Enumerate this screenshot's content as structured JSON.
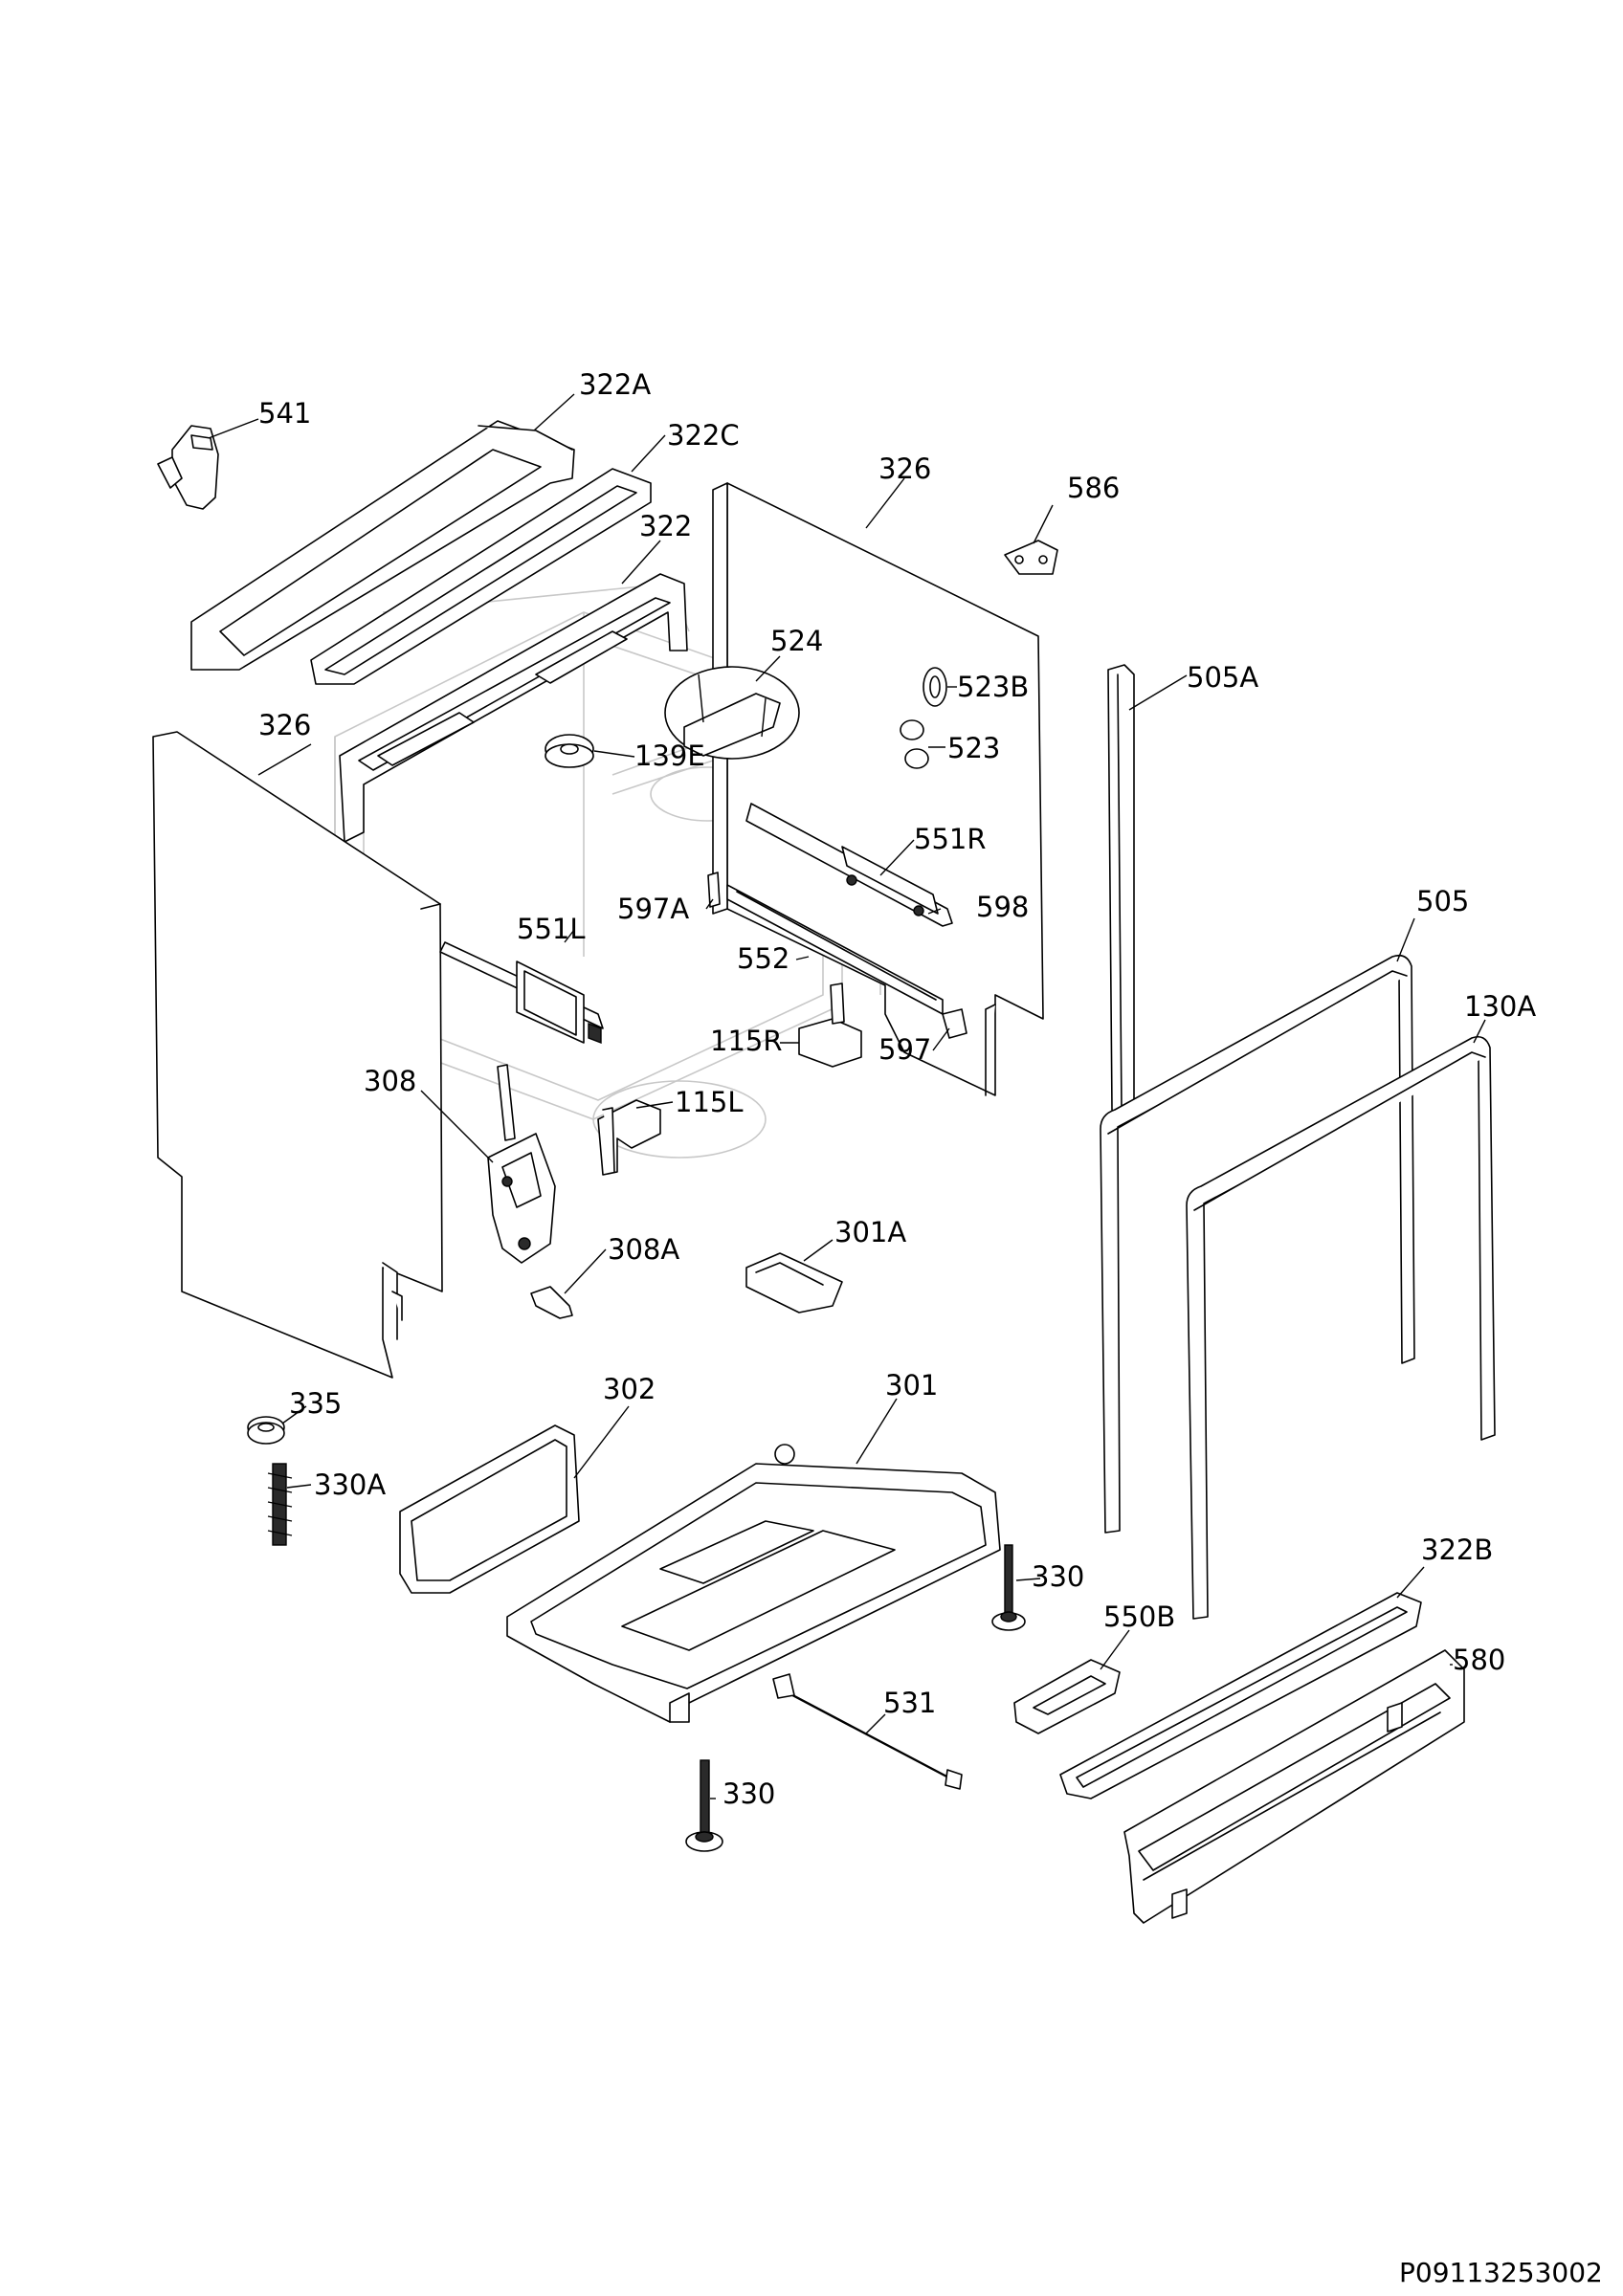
{
  "document_id": "P09113253002",
  "callouts": [
    {
      "id": "541",
      "text": "541"
    },
    {
      "id": "322A",
      "text": "322A"
    },
    {
      "id": "322C",
      "text": "322C"
    },
    {
      "id": "322",
      "text": "322"
    },
    {
      "id": "326-right",
      "text": "326"
    },
    {
      "id": "586",
      "text": "586"
    },
    {
      "id": "326-left",
      "text": "326"
    },
    {
      "id": "524",
      "text": "524"
    },
    {
      "id": "523B",
      "text": "523B"
    },
    {
      "id": "505A",
      "text": "505A"
    },
    {
      "id": "139E",
      "text": "139E"
    },
    {
      "id": "523",
      "text": "523"
    },
    {
      "id": "551R",
      "text": "551R"
    },
    {
      "id": "597A",
      "text": "597A"
    },
    {
      "id": "598",
      "text": "598"
    },
    {
      "id": "505",
      "text": "505"
    },
    {
      "id": "551L",
      "text": "551L"
    },
    {
      "id": "552",
      "text": "552"
    },
    {
      "id": "130A",
      "text": "130A"
    },
    {
      "id": "115R",
      "text": "115R"
    },
    {
      "id": "597",
      "text": "597"
    },
    {
      "id": "308",
      "text": "308"
    },
    {
      "id": "115L",
      "text": "115L"
    },
    {
      "id": "301A",
      "text": "301A"
    },
    {
      "id": "308A",
      "text": "308A"
    },
    {
      "id": "335",
      "text": "335"
    },
    {
      "id": "302",
      "text": "302"
    },
    {
      "id": "301",
      "text": "301"
    },
    {
      "id": "330A",
      "text": "330A"
    },
    {
      "id": "322B",
      "text": "322B"
    },
    {
      "id": "330-upper",
      "text": "330"
    },
    {
      "id": "550B",
      "text": "550B"
    },
    {
      "id": "580",
      "text": "580"
    },
    {
      "id": "531",
      "text": "531"
    },
    {
      "id": "330-lower",
      "text": "330"
    }
  ]
}
